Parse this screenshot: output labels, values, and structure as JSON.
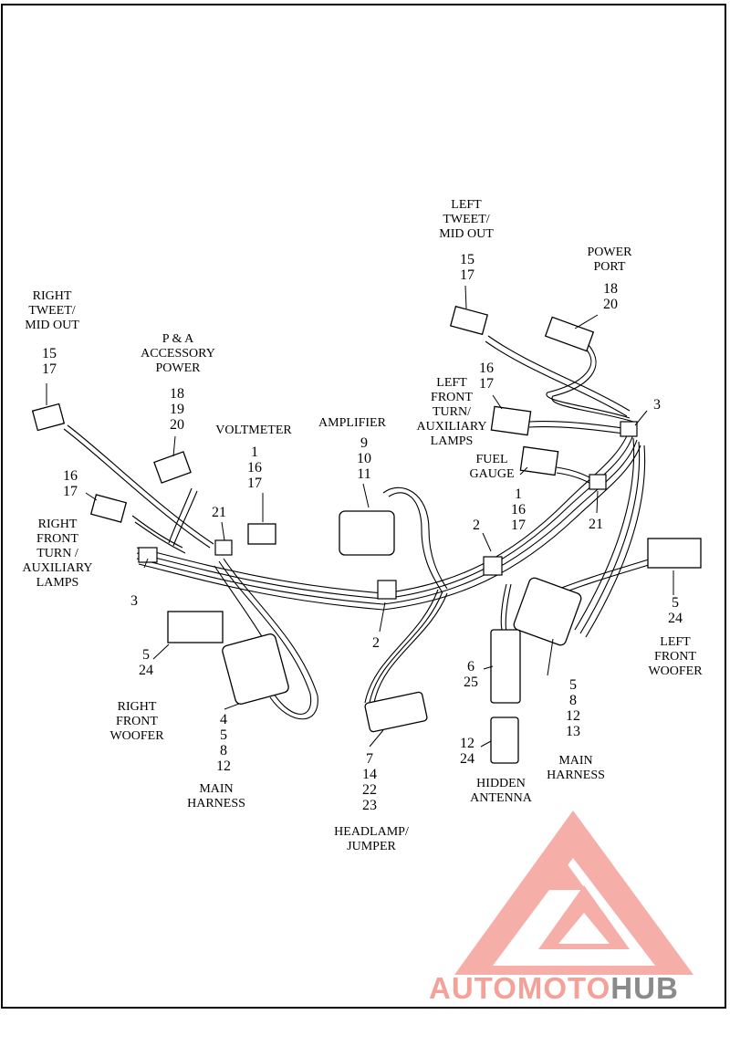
{
  "labels": {
    "right_tweet": "RIGHT\nTWEET/\nMID OUT",
    "right_tweet_nums": "15\n17",
    "pa_power": "P & A\nACCESSORY\nPOWER",
    "pa_power_nums": "18\n19\n20",
    "voltmeter": "VOLTMETER",
    "voltmeter_nums": "1\n16\n17",
    "amplifier": "AMPLIFIER",
    "amplifier_nums": "9\n10\n11",
    "left_tweet": "LEFT\nTWEET/\nMID OUT",
    "left_tweet_nums": "15\n17",
    "power_port": "POWER\nPORT",
    "power_port_nums": "18\n20",
    "left_front_turn": "LEFT\nFRONT\nTURN/\nAUXILIARY\nLAMPS",
    "left_front_turn_nums": "16\n17",
    "fuel_gauge": "FUEL\nGAUGE",
    "fuel_gauge_nums": "1\n16\n17",
    "right_front_turn": "RIGHT\nFRONT\nTURN /\nAUXILIARY\nLAMPS",
    "right_front_turn_nums": "16\n17",
    "right_woofer": "RIGHT\nFRONT\nWOOFER",
    "right_woofer_nums": "5\n24",
    "main_harness_left": "MAIN\nHARNESS",
    "main_harness_left_nums": "4\n5\n8\n12",
    "headlamp": "HEADLAMP/\nJUMPER",
    "headlamp_nums": "7\n14\n22\n23",
    "hidden_antenna": "HIDDEN\nANTENNA",
    "hidden_antenna_nums": "12\n24",
    "connector_6_25": "6\n25",
    "main_harness_right": "MAIN\nHARNESS",
    "main_harness_right_nums": "5\n8\n12\n13",
    "left_woofer": "LEFT\nFRONT\nWOOFER",
    "left_woofer_nums": "5\n24",
    "callout_3_top": "3",
    "callout_3_left": "3",
    "callout_21_left": "21",
    "callout_21_right": "21",
    "callout_2_center": "2",
    "callout_2_bottom": "2"
  },
  "watermark": {
    "part1": "AUTOMOTO",
    "part2": "HUB",
    "color_main": "#f4a199",
    "color_yellow": "#f6c15a",
    "color_gray": "#8a8a8a"
  }
}
